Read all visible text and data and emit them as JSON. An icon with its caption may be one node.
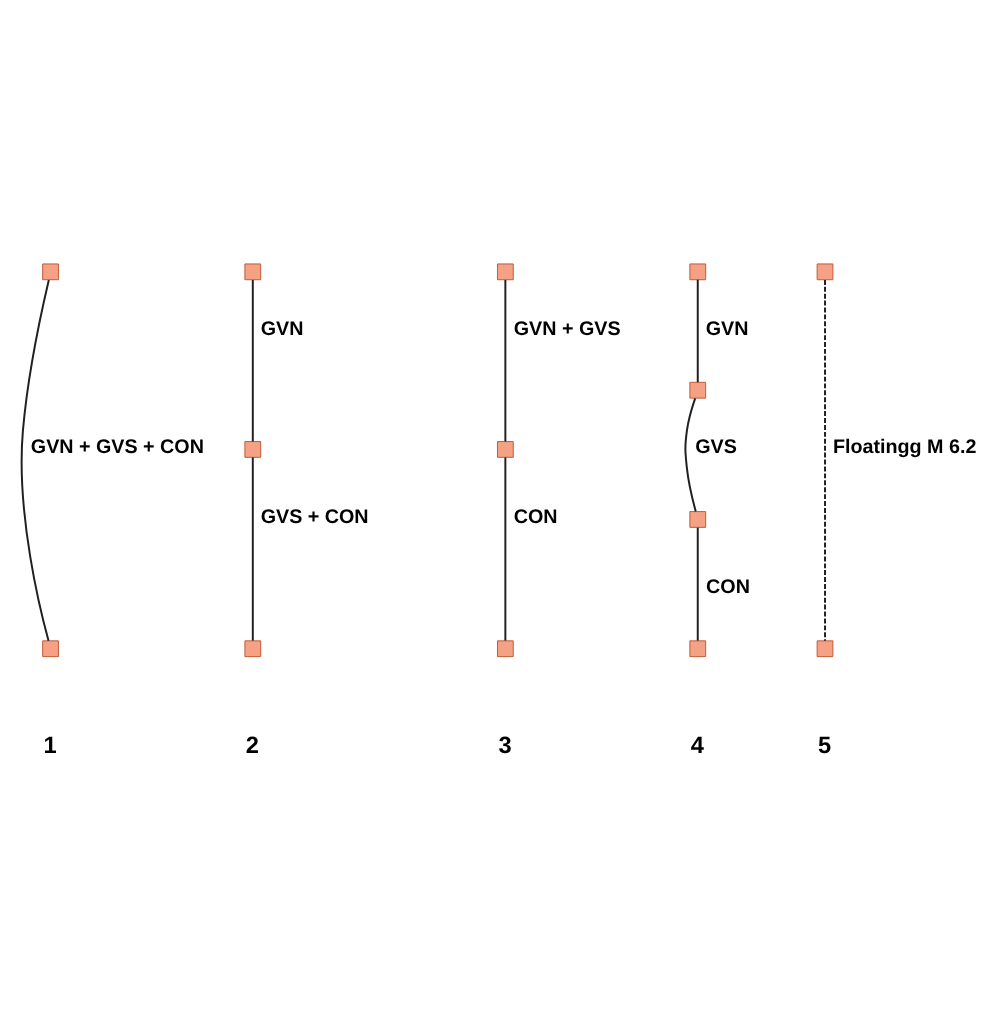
{
  "diagram": {
    "nodes": [
      {
        "text": [],
        "shape": "box"
      },
      {
        "text": [],
        "shape": "box"
      },
      {
        "text": [],
        "shape": "box"
      },
      {
        "text": [],
        "shape": "box"
      },
      {
        "text": [],
        "shape": "box"
      },
      {
        "text": [],
        "shape": "box"
      },
      {
        "text": [],
        "shape": "box"
      },
      {
        "text": [],
        "shape": "box"
      },
      {
        "text": [],
        "shape": "box"
      },
      {
        "text": [],
        "shape": "box"
      },
      {
        "text": [],
        "shape": "box"
      },
      {
        "text": [],
        "shape": "box"
      },
      {
        "text": [],
        "shape": "box"
      },
      {
        "text": [],
        "shape": "box"
      }
    ],
    "edges": [
      {
        "from": 0,
        "to": 1,
        "arrow": "none",
        "label": "GVN + GVS + CON"
      },
      {
        "from": 2,
        "to": 3,
        "arrow": "none",
        "label": "GVN"
      },
      {
        "from": 3,
        "to": 4,
        "arrow": "none",
        "label": "GVS + CON"
      },
      {
        "from": 5,
        "to": 6,
        "arrow": "none",
        "label": "GVN + GVS"
      },
      {
        "from": 6,
        "to": 7,
        "arrow": "none",
        "label": "CON"
      },
      {
        "from": 8,
        "to": 9,
        "arrow": "none",
        "label": "GVN"
      },
      {
        "from": 9,
        "to": 10,
        "arrow": "none",
        "label": "GVS"
      },
      {
        "from": 10,
        "to": 11,
        "arrow": "none",
        "label": "CON"
      },
      {
        "from": 12,
        "to": 13,
        "arrow": "none",
        "label": "Floatingg M 6.2",
        "style": "dashed"
      }
    ],
    "labels": [
      "1",
      "2",
      "3",
      "4",
      "5"
    ]
  }
}
